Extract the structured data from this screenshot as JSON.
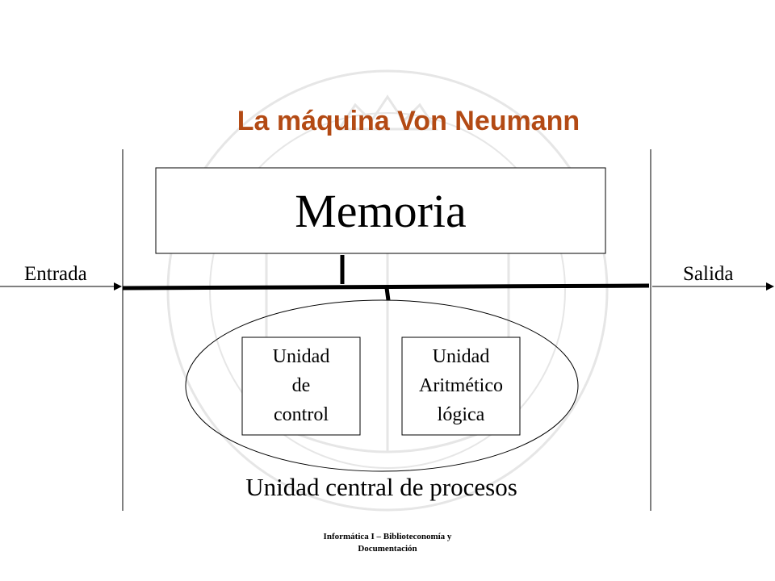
{
  "slide": {
    "title": "La máquina Von Neumann",
    "memory_label": "Memoria",
    "input_label": "Entrada",
    "output_label": "Salida",
    "control_unit_lines": [
      "Unidad",
      "de",
      "control"
    ],
    "alu_lines": [
      "Unidad",
      "Aritmético",
      "lógica"
    ],
    "cpu_label": "Unidad central de procesos",
    "footer_lines": [
      "Informática I – Biblioteconomía y",
      "Documentación"
    ]
  },
  "colors": {
    "title": "#b34a14",
    "lines": "#000000",
    "watermark": "#e6e6e6"
  }
}
